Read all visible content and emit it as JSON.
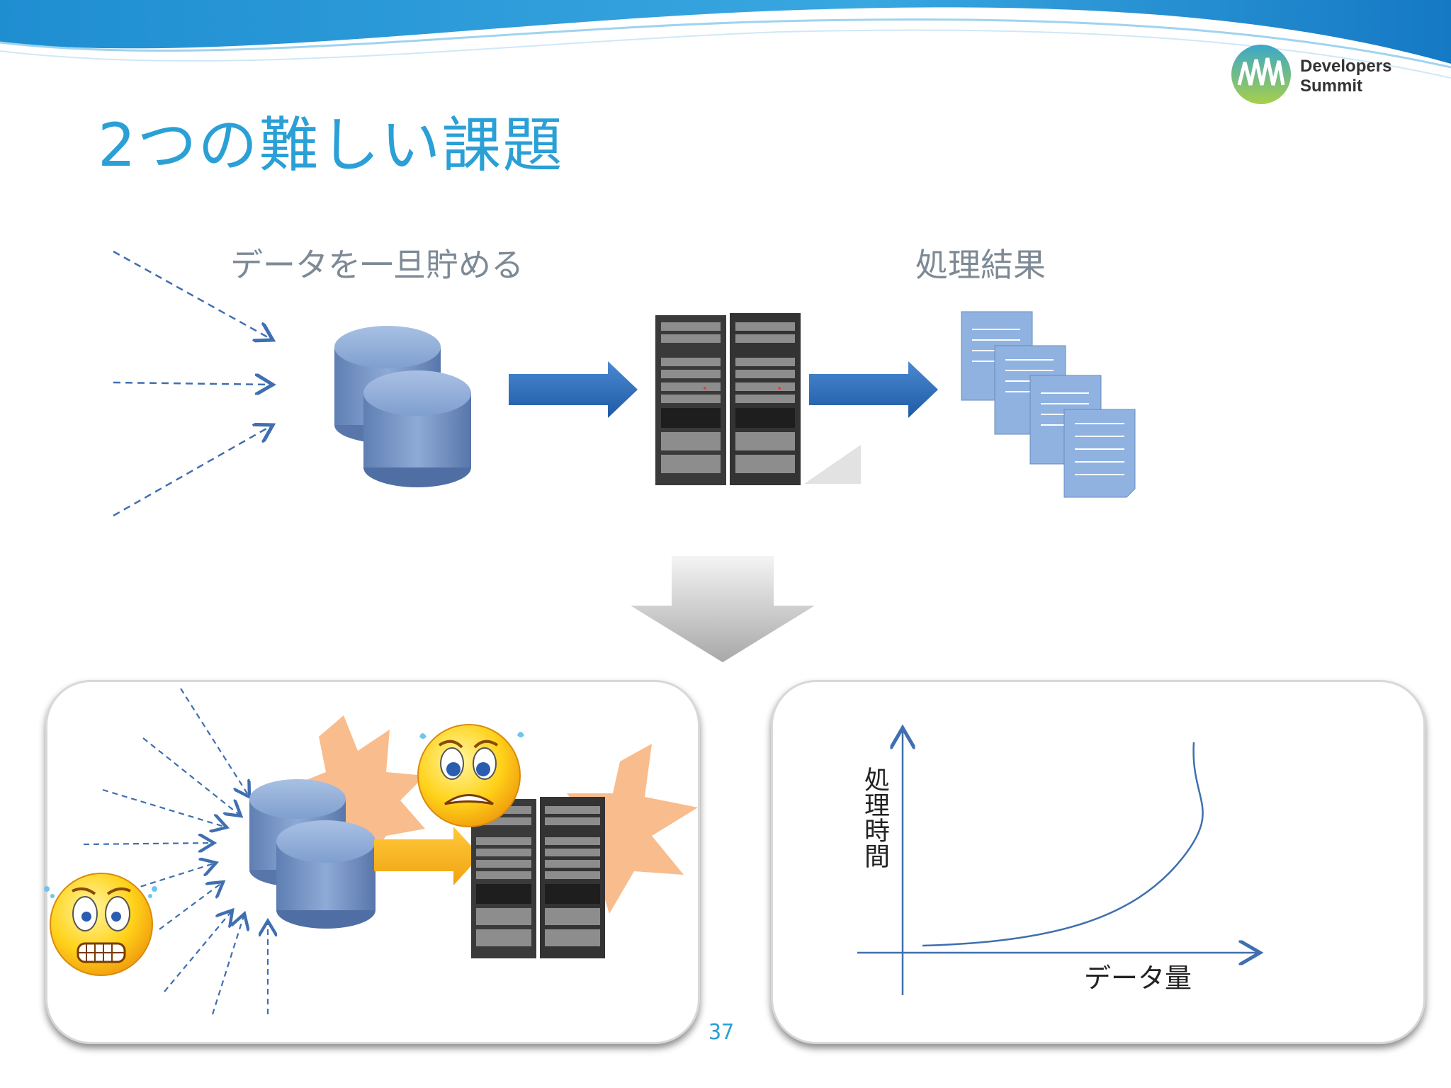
{
  "slide": {
    "title": "2つの難しい課題",
    "label_store": "データを一旦貯める",
    "label_result": "処理結果",
    "page_number": "37"
  },
  "logo": {
    "line1": "Developers",
    "line2": "Summit"
  },
  "graph": {
    "ylabel": "処理時間",
    "xlabel": "データ量"
  },
  "colors": {
    "title": "#2aa0d6",
    "arrow_blue": "#2f6db5",
    "arrow_yellow": "#f5b321",
    "database": "#7f9fcf",
    "document": "#8fb2e0",
    "burst": "#f9bc8c",
    "wave": "#1f8ed1"
  },
  "icons": [
    "database-icon",
    "server-rack-icon",
    "document-stack-icon",
    "worried-face-icon",
    "scared-face-icon",
    "explosion-burst-icon",
    "down-arrow-icon"
  ]
}
